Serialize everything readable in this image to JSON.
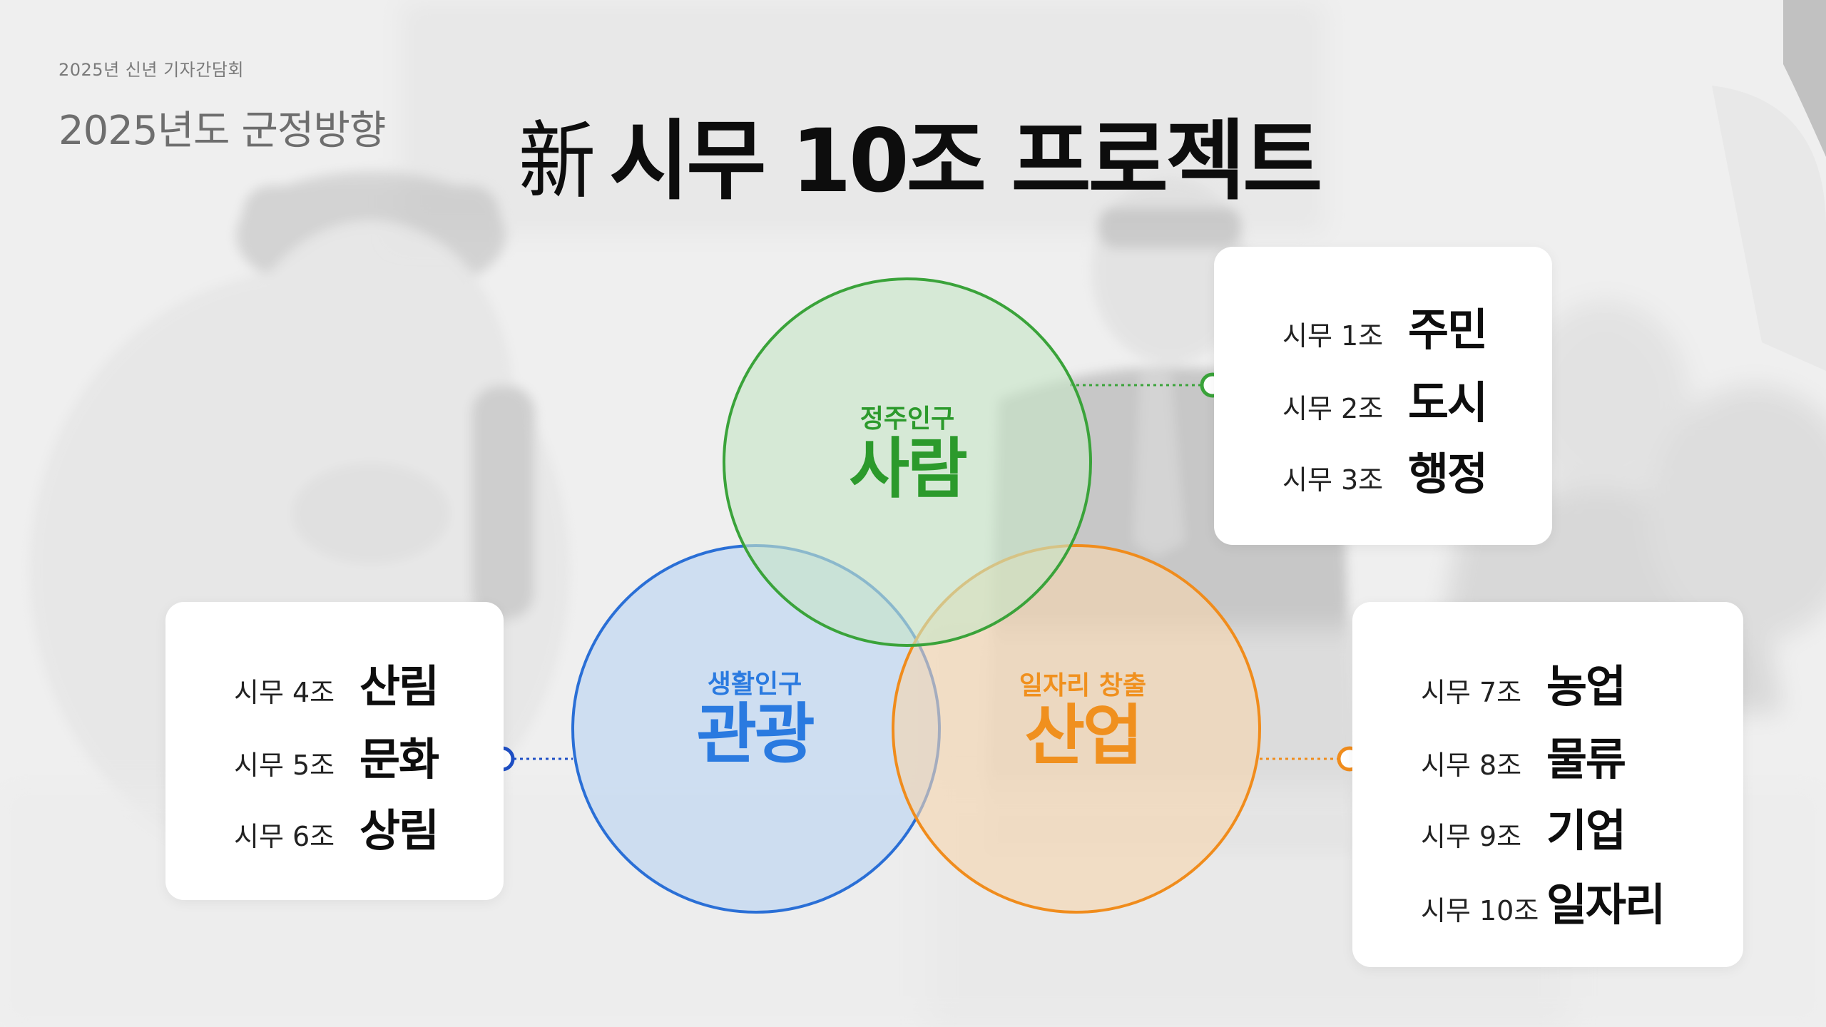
{
  "header": {
    "subtitle": "2025년 신년 기자간담회",
    "section": "2025년도 군정방향",
    "title_hanja": "新",
    "title_text": "시무 10조 프로젝트"
  },
  "colors": {
    "green": "#3aa33a",
    "blue": "#2a6fd6",
    "orange": "#f08c1c",
    "green_label": "#2c9a2c",
    "blue_label": "#2a7ae0",
    "orange_label": "#f0901e"
  },
  "circles": {
    "top": {
      "small": "정주인구",
      "big": "사람"
    },
    "left": {
      "small": "생활인구",
      "big": "관광"
    },
    "right": {
      "small": "일자리 창출",
      "big": "산업"
    }
  },
  "cards": {
    "top_right": {
      "items": [
        {
          "num": "시무 1조",
          "word": "주민"
        },
        {
          "num": "시무 2조",
          "word": "도시"
        },
        {
          "num": "시무 3조",
          "word": "행정"
        }
      ]
    },
    "left": {
      "items": [
        {
          "num": "시무 4조",
          "word": "산림"
        },
        {
          "num": "시무 5조",
          "word": "문화"
        },
        {
          "num": "시무 6조",
          "word": "상림"
        }
      ]
    },
    "bottom_right": {
      "items": [
        {
          "num": "시무 7조",
          "word": "농업"
        },
        {
          "num": "시무 8조",
          "word": "물류"
        },
        {
          "num": "시무 9조",
          "word": "기업"
        },
        {
          "num": "시무 10조",
          "word": "일자리"
        }
      ]
    }
  }
}
